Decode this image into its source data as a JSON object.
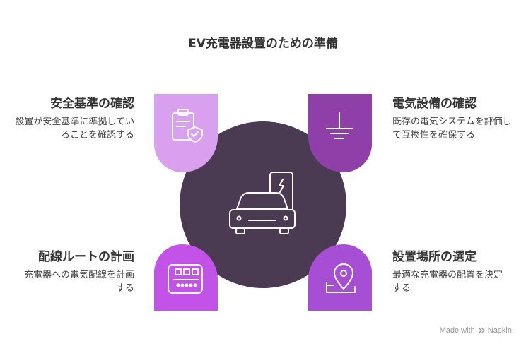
{
  "title": "EV充電器設置のための準備",
  "items": [
    {
      "heading": "安全基準の確認",
      "description": "設置が安全基準に準拠していることを確認する",
      "icon": "clipboard-shield-icon",
      "color": "#d9a0f0"
    },
    {
      "heading": "電気設備の確認",
      "description": "既存の電気システムを評価して互換性を確保する",
      "icon": "ground-icon",
      "color": "#8e3fa8"
    },
    {
      "heading": "配線ルートの計画",
      "description": "充電器への電気配線を計画する",
      "icon": "wiring-map-icon",
      "color": "#c353e8"
    },
    {
      "heading": "設置場所の選定",
      "description": "最適な充電器の配置を決定する",
      "icon": "location-pin-icon",
      "color": "#a64fd4"
    }
  ],
  "center": {
    "icon": "ev-car-charger-icon",
    "color": "#4a3a52"
  },
  "watermark": {
    "prefix": "Made with",
    "brand": "Napkin"
  }
}
